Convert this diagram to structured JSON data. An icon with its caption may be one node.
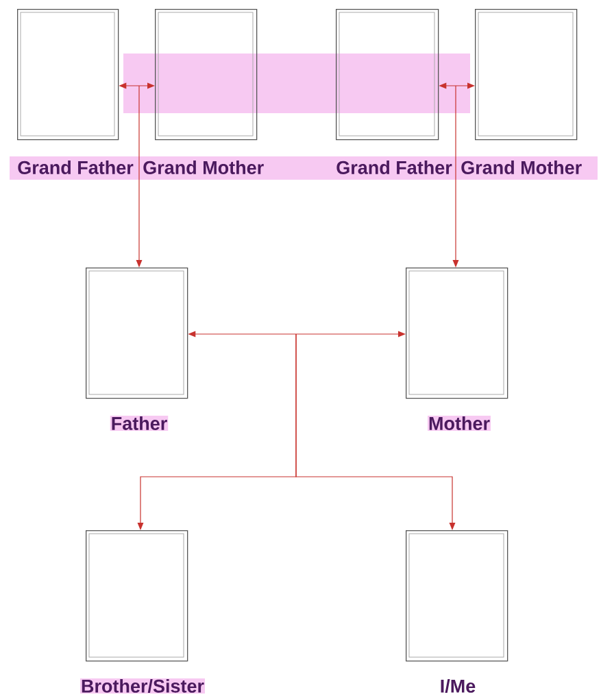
{
  "diagram": {
    "nodes": [
      {
        "text": [
          "Grand Father"
        ]
      },
      {
        "text": [
          "Grand Mother"
        ]
      },
      {
        "text": [
          "Grand Father"
        ]
      },
      {
        "text": [
          "Grand Mother"
        ]
      },
      {
        "text": [
          "Father"
        ]
      },
      {
        "text": [
          "Mother"
        ]
      },
      {
        "text": [
          "Brother/Sister"
        ]
      },
      {
        "text": [
          "I/Me"
        ]
      }
    ],
    "edges": [
      {
        "from": 0,
        "to": 1,
        "arrow": "both"
      },
      {
        "from": 2,
        "to": 3,
        "arrow": "both"
      },
      {
        "from": null,
        "to": 4,
        "arrow": "to"
      },
      {
        "from": null,
        "to": 5,
        "arrow": "to"
      },
      {
        "from": 4,
        "to": 5,
        "arrow": "both"
      },
      {
        "from": null,
        "to": 6,
        "arrow": "to"
      },
      {
        "from": null,
        "to": 7,
        "arrow": "to"
      }
    ]
  }
}
